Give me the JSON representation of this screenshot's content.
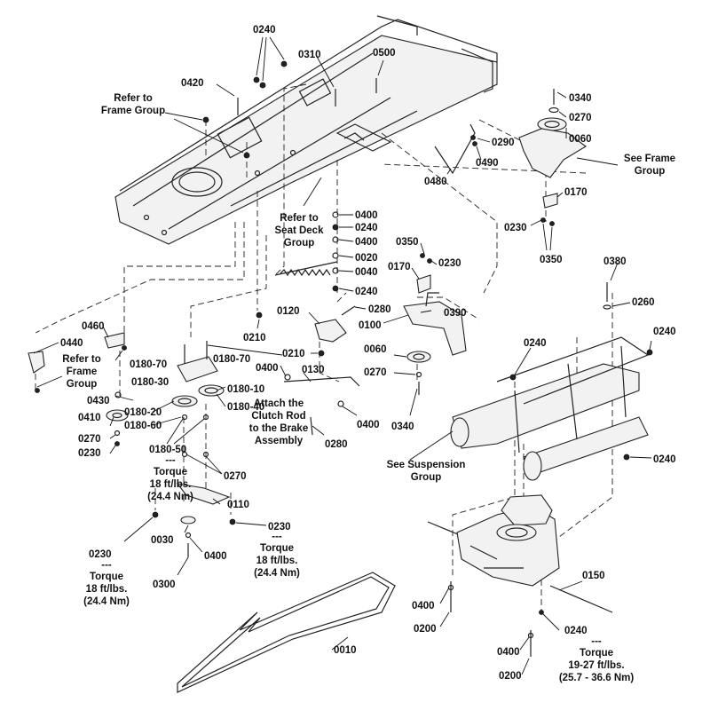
{
  "labels": {
    "p0240_top": "0240",
    "p0310": "0310",
    "p0500": "0500",
    "p0420": "0420",
    "frame_ref": [
      "Refer to",
      "Frame  Group"
    ],
    "p0340_top": "0340",
    "p0270_top": "0270",
    "p0060_top": "0060",
    "p0290": "0290",
    "p0490": "0490",
    "p0480": "0480",
    "see_frame": [
      "See Frame",
      "Group"
    ],
    "p0170_r": "0170",
    "p0230_r": "0230",
    "p0350_r": "0350",
    "seat_ref": [
      "Refer to",
      "Seat Deck",
      "Group"
    ],
    "stack": [
      "0400",
      "0240",
      "0400",
      "0020",
      "0040",
      "0240"
    ],
    "p0350_m": "0350",
    "p0230_m": "0230",
    "p0170_m": "0170",
    "p0390": "0390",
    "p0100": "0100",
    "p0280_a": "0280",
    "p0120": "0120",
    "p0210_a": "0210",
    "p0210_b": "0210",
    "p0460": "0460",
    "p0440": "0440",
    "frame_ref2": [
      "Refer to",
      "Frame",
      "Group"
    ],
    "p0180_70a": "0180-70",
    "p0180_70b": "0180-70",
    "p0180_30": "0180-30",
    "p0180_10": "0180-10",
    "p0180_40": "0180-40",
    "p0180_20": "0180-20",
    "p0180_60": "0180-60",
    "p0430": "0430",
    "p0410": "0410",
    "p0270_l": "0270",
    "p0230_l": "0230",
    "p0180_50": "0180-50",
    "torque_a": [
      "---",
      "Torque",
      "18 ft/lbs.",
      "(24.4 Nm)"
    ],
    "p0400_m": "0400",
    "p0130": "0130",
    "attach": [
      "Attach the",
      "Clutch Rod",
      "to the Brake",
      "Assembly"
    ],
    "p0280_b": "0280",
    "p0400_m2": "0400",
    "p0060_m": "0060",
    "p0270_m": "0270",
    "p0340_m": "0340",
    "p0270_c": "0270",
    "p0110": "0110",
    "p0230_b": "0230",
    "torque_b": [
      "---",
      "Torque",
      "18 ft/lbs.",
      "(24.4 Nm)"
    ],
    "p0230_c": "0230",
    "torque_c": [
      "---",
      "Torque",
      "18 ft/lbs.",
      "(24.4 Nm)"
    ],
    "p0030": "0030",
    "p0400_b": "0400",
    "p0300": "0300",
    "p0380": "0380",
    "p0260": "0260",
    "p0240_r1": "0240",
    "p0240_r2": "0240",
    "p0240_r3": "0240",
    "see_susp": [
      "See Suspension",
      "Group"
    ],
    "p0150": "0150",
    "p0400_r1": "0400",
    "p0200_r1": "0200",
    "p0400_r2": "0400",
    "p0200_r2": "0200",
    "p0240_r4": "0240",
    "torque_d": [
      "---",
      "Torque",
      "19-27 ft/lbs.",
      "(25.7 - 36.6 Nm)"
    ],
    "p0010": "0010"
  }
}
